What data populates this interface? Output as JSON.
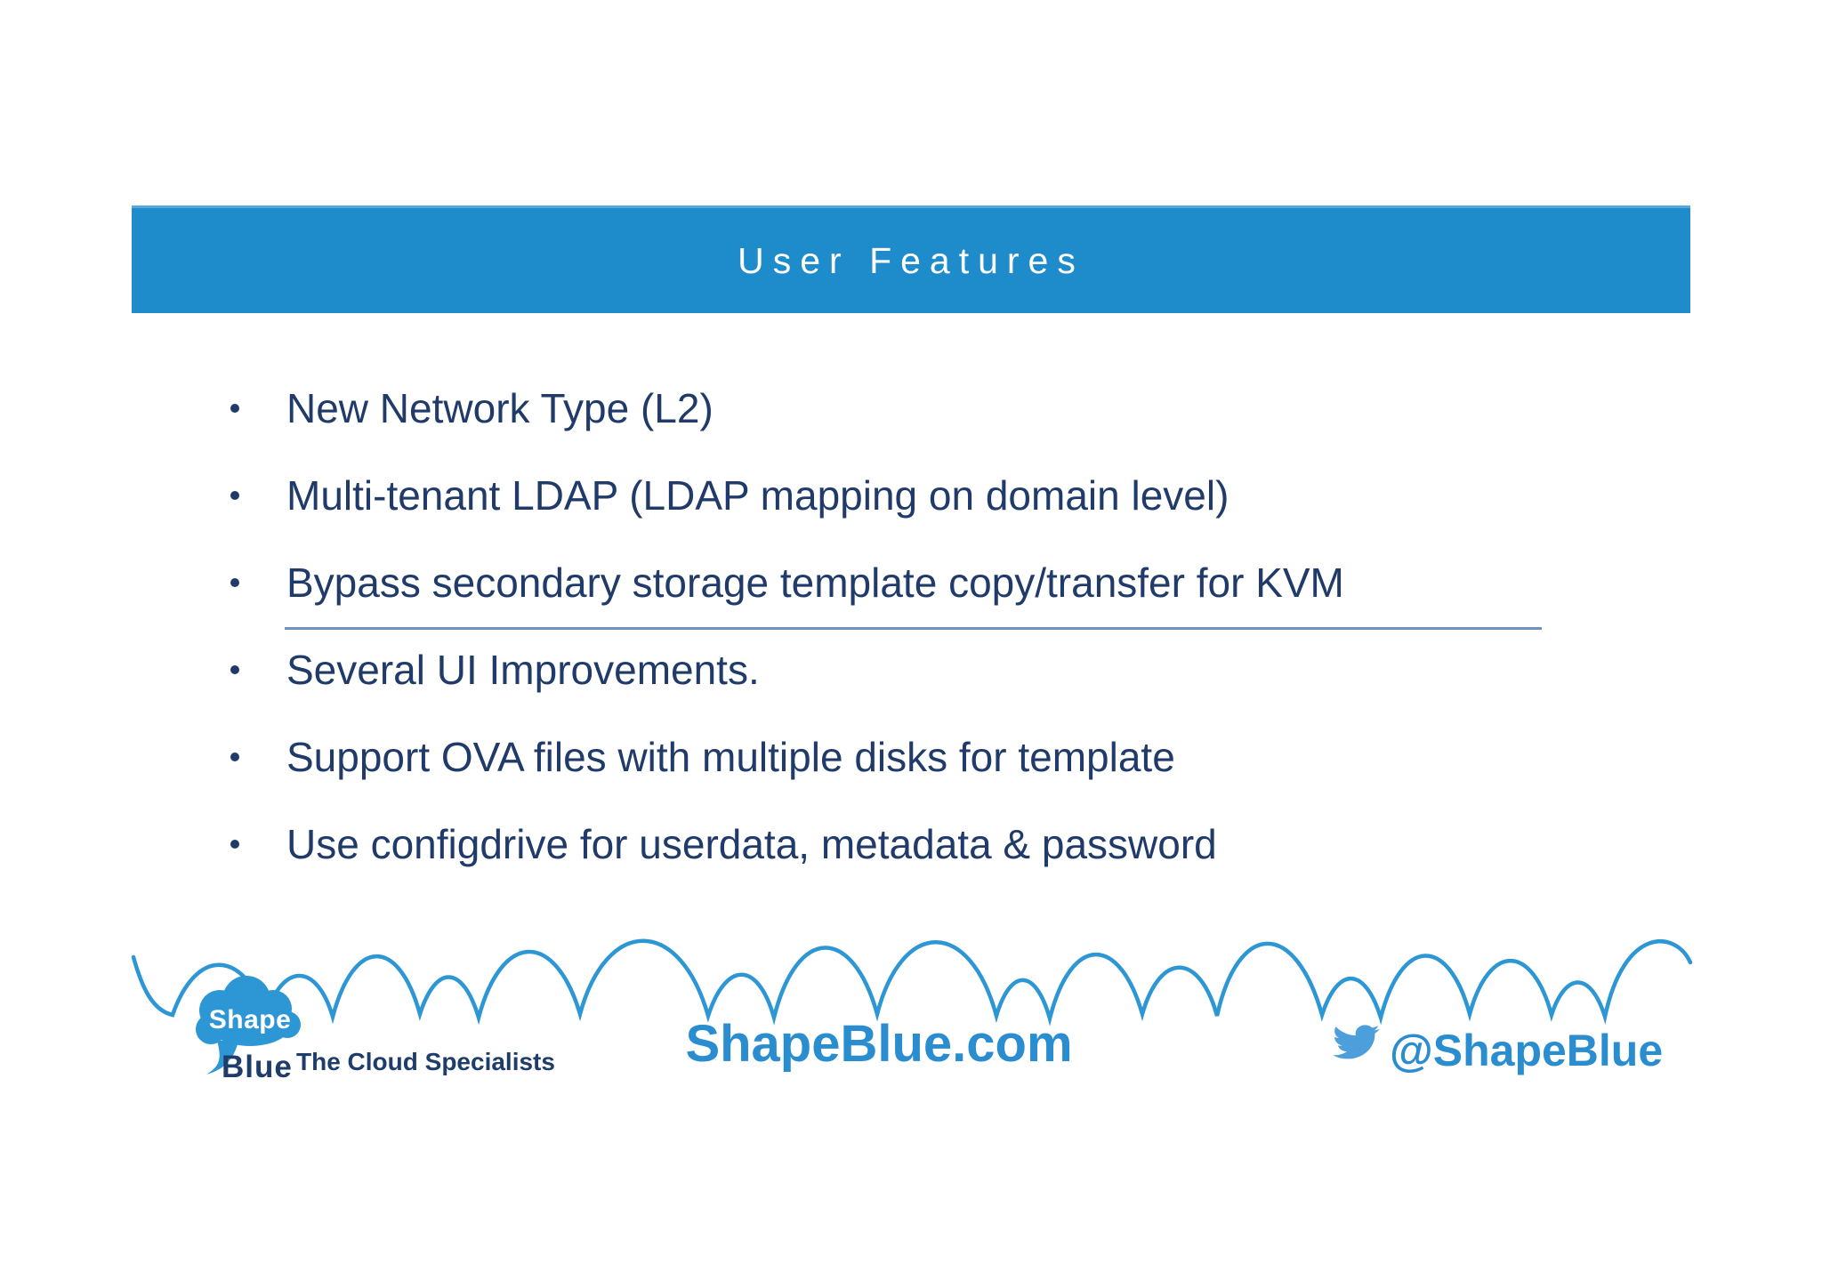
{
  "slide": {
    "title": "User Features",
    "bullets": [
      "New Network Type (L2)",
      "Multi-tenant LDAP (LDAP mapping on domain level)",
      "Bypass secondary storage template copy/transfer for KVM",
      "Several UI Improvements.",
      "Support OVA files with multiple disks for template",
      "Use configdrive for userdata, metadata & password"
    ],
    "divider_after_bullet": 3
  },
  "footer": {
    "logo": {
      "shape_label": "Shape",
      "blue_label": "Blue",
      "tagline": "The Cloud Specialists",
      "icon": "cloud-logo-icon"
    },
    "website": "ShapeBlue.com",
    "twitter": {
      "icon": "twitter-bird-icon",
      "handle": "@ShapeBlue"
    },
    "wave_icon": "cloud-scallop-border"
  },
  "colors": {
    "header_blue": "#1e8ccb",
    "header_top_edge": "#5aa7db",
    "bullet_navy": "#203b6a",
    "divider_blue": "#6d92bc",
    "brand_blue": "#2d96d5",
    "link_blue": "#2a8dcf",
    "twitter_blue": "#4d9fdb",
    "footer_navy": "#1e3d6b",
    "page_bg": "#ffffff"
  }
}
